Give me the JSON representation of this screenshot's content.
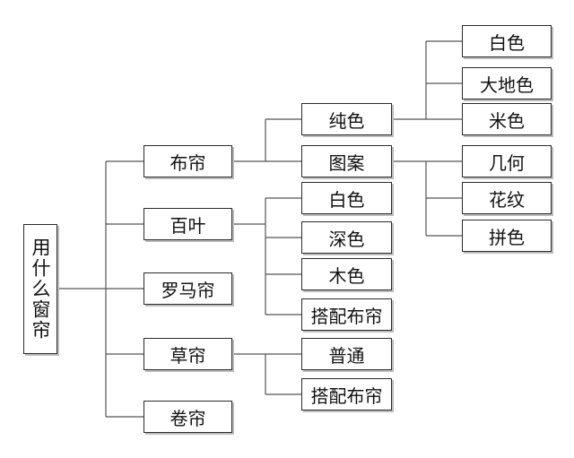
{
  "root": {
    "label": "用什么窗帘"
  },
  "level1": {
    "bulian": "布帘",
    "baiye": "百叶",
    "luoma": "罗马帘",
    "caolian": "草帘",
    "juanlian": "卷帘"
  },
  "bulian_children": {
    "chunse": "纯色",
    "tuan": "图案"
  },
  "chunse_children": {
    "baise": "白色",
    "dadise": "大地色",
    "mise": "米色"
  },
  "tuan_children": {
    "jihe": "几何",
    "huawen": "花纹",
    "pinse": "拼色"
  },
  "baiye_children": {
    "baise": "白色",
    "shense": "深色",
    "muse": "木色",
    "dapei": "搭配布帘"
  },
  "caolian_children": {
    "putong": "普通",
    "dapei": "搭配布帘"
  },
  "colors": {
    "line": "#555555",
    "border": "#2a2a2a",
    "shadow": "#bdbdbd"
  }
}
